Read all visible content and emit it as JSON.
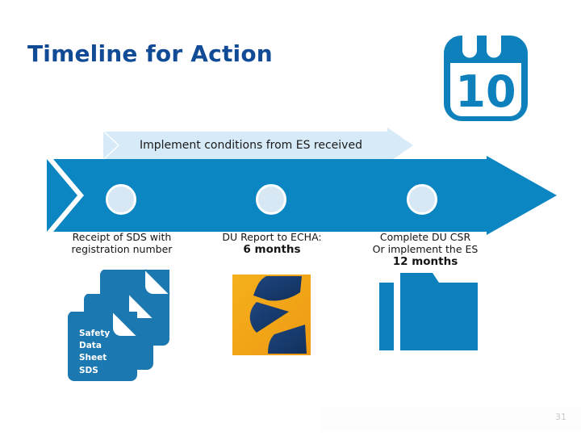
{
  "slide": {
    "title": "Timeline for Action",
    "page_number": "31"
  },
  "icons": {
    "calendar": {
      "name": "calendar-icon",
      "day_number": "10"
    },
    "sds_documents": {
      "name": "documents-stack-icon"
    },
    "echa_logo": {
      "name": "echa-logo"
    },
    "folder": {
      "name": "folder-icon"
    }
  },
  "banner": {
    "label": "Implement conditions from ES received"
  },
  "milestones": [
    {
      "dot": "milestone-dot-1",
      "line1": "Receipt of SDS with",
      "line2": "registration number",
      "line3": ""
    },
    {
      "dot": "milestone-dot-2",
      "line1": "DU Report to ECHA:",
      "line2": "6 months",
      "line3": ""
    },
    {
      "dot": "milestone-dot-3",
      "line1": "Complete DU CSR",
      "line2": "Or implement the ES",
      "line3": "12 months"
    }
  ],
  "sds_card": {
    "line1": "Safety",
    "line2": "Data",
    "line3": "Sheet",
    "line4": "SDS"
  },
  "colors": {
    "title_blue": "#114B96",
    "arrow_blue": "#0B86C3",
    "banner_blue": "#D6EAF8",
    "dot_fill": "#D7E7F4",
    "icon_blue": "#0E81BD",
    "sds_blue": "#1C78B0",
    "echa_orange": "#F0A81E",
    "echa_navy": "#173A6D",
    "page_number_gray": "#C9C9C9"
  }
}
